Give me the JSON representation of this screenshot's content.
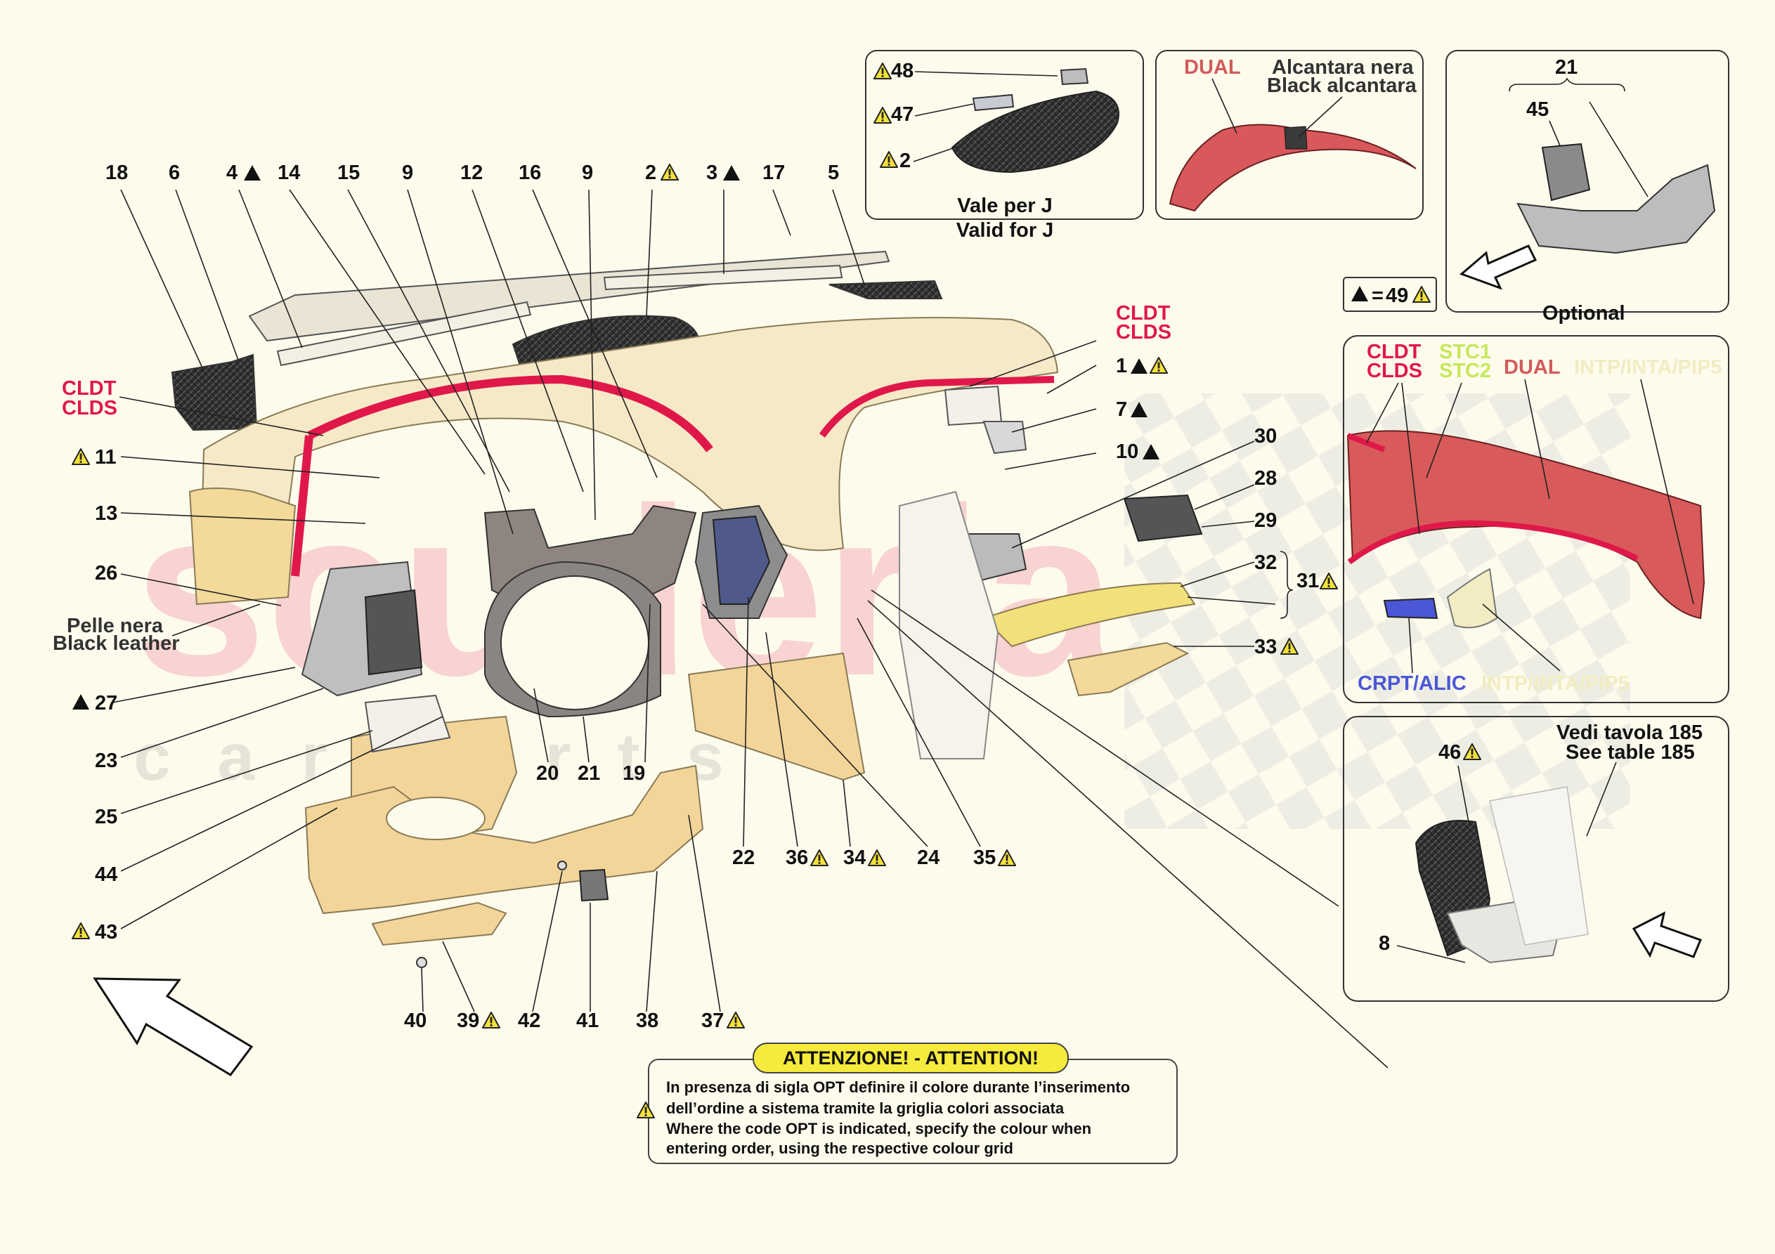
{
  "watermark": {
    "main": "scuderia",
    "sub": "c a r p a r t s"
  },
  "warning_icon": "warning-triangle-icon",
  "triangle_icon": "filled-triangle-icon",
  "colors": {
    "background": "#fdfbec",
    "highlight_red": "#e0184a",
    "panel_beige": "#f3dfb2",
    "panel_dual": "#d9585b",
    "green_label": "#c6e85a",
    "blue_label": "#4b57d6",
    "notice_yellow": "#f6ea3c"
  },
  "main_labels": {
    "n18": "18",
    "n6": "6",
    "n4": "4",
    "n14": "14",
    "n15": "15",
    "n9a": "9",
    "n12": "12",
    "n16": "16",
    "n9b": "9",
    "n2": "2",
    "n3": "3",
    "n17": "17",
    "n5": "5",
    "n1": "1",
    "n7": "7",
    "n10": "10",
    "n30": "30",
    "n28": "28",
    "n29": "29",
    "n32": "32",
    "n31": "31",
    "n33": "33",
    "n11": "11",
    "n13": "13",
    "n26": "26",
    "n27": "27",
    "n23": "23",
    "n25": "25",
    "n44": "44",
    "n43": "43",
    "n20": "20",
    "n21": "21",
    "n19": "19",
    "n22": "22",
    "n36": "36",
    "n34": "34",
    "n24": "24",
    "n35": "35",
    "n40": "40",
    "n39": "39",
    "n42": "42",
    "n41": "41",
    "n38": "38",
    "n37": "37"
  },
  "color_codes": {
    "left_1": "CLDT",
    "left_2": "CLDS",
    "right_1": "CLDT",
    "right_2": "CLDS"
  },
  "leather": {
    "it": "Pelle nera",
    "en": "Black leather"
  },
  "inset_j": {
    "n48": "48",
    "n47": "47",
    "n2": "2",
    "it": "Vale per J",
    "en": "Valid for J"
  },
  "inset_dual": {
    "dual": "DUAL",
    "it": "Alcantara nera",
    "en": "Black alcantara"
  },
  "inset_optional": {
    "n21": "21",
    "n45": "45",
    "label": "Optional"
  },
  "legend_49": {
    "equals": "=",
    "num": "49"
  },
  "inset_colors": {
    "cldt": "CLDT",
    "clds": "CLDS",
    "stc1": "STC1",
    "stc2": "STC2",
    "dual": "DUAL",
    "intp": "INTP/INTA/PIP5",
    "crpt": "CRPT/ALIC",
    "intp2": "INTP/INTA/PIP5"
  },
  "inset_table": {
    "n46": "46",
    "n8": "8",
    "it": "Vedi tavola 185",
    "en": "See table 185"
  },
  "notice": {
    "title": "ATTENZIONE! - ATTENTION!",
    "line1": "In presenza di sigla OPT definire il colore durante l’inserimento",
    "line2": "dell’ordine a sistema tramite la griglia colori associata",
    "line3": "Where the code OPT is indicated, specify the colour when",
    "line4": "entering order, using the respective colour grid"
  }
}
